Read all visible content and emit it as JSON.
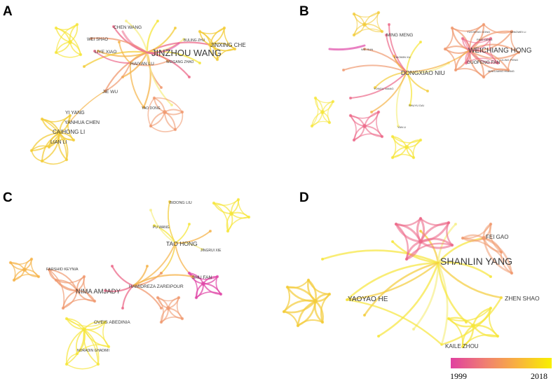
{
  "panels": [
    {
      "letter": "A",
      "labels": [
        {
          "text": "JINZHOU WANG",
          "size": "large"
        },
        {
          "text": "CHEN WANG",
          "size": "small"
        },
        {
          "text": "WEI SHAO",
          "size": "small"
        },
        {
          "text": "LIYE XIAO",
          "size": "small"
        },
        {
          "text": "HAIYAN LU",
          "size": "small"
        },
        {
          "text": "WEIGANG ZHAO",
          "size": "tiny"
        },
        {
          "text": "BULING ZHU",
          "size": "tiny"
        },
        {
          "text": "JINXING CHE",
          "size": "medium"
        },
        {
          "text": "JIE WU",
          "size": "small"
        },
        {
          "text": "YAO DONG",
          "size": "tiny"
        },
        {
          "text": "YI YANG",
          "size": "small"
        },
        {
          "text": "YANHUA CHEN",
          "size": "small"
        },
        {
          "text": "CAIHONG LI",
          "size": "medium"
        },
        {
          "text": "LIAN LI",
          "size": "small"
        }
      ]
    },
    {
      "letter": "B",
      "labels": [
        {
          "text": "WEICHIANG HONG",
          "size": "large"
        },
        {
          "text": "DONGXIAO NIU",
          "size": "medium"
        },
        {
          "text": "MING MENG",
          "size": "small"
        },
        {
          "text": "GUOFENG FAN",
          "size": "small"
        },
        {
          "text": "YUCHENG DONG",
          "size": "tiny"
        },
        {
          "text": "MINGWEI LI",
          "size": "tiny"
        },
        {
          "text": "PING DENG",
          "size": "tiny"
        },
        {
          "text": "LILING PENG",
          "size": "tiny"
        },
        {
          "text": "MINGJIANG HUANG",
          "size": "tiny"
        },
        {
          "text": "WEI SUN",
          "size": "tiny"
        },
        {
          "text": "XIAOMIN XU",
          "size": "tiny"
        },
        {
          "text": "YONGLI WANG",
          "size": "tiny"
        },
        {
          "text": "SHUYU DAI",
          "size": "tiny"
        },
        {
          "text": "YAN LI",
          "size": "tiny"
        }
      ]
    },
    {
      "letter": "C",
      "labels": [
        {
          "text": "TAO HONG",
          "size": "medium"
        },
        {
          "text": "BIDONG LIU",
          "size": "small"
        },
        {
          "text": "PU WANG",
          "size": "tiny"
        },
        {
          "text": "JINGRUI XIE",
          "size": "tiny"
        },
        {
          "text": "SHU FAN",
          "size": "small"
        },
        {
          "text": "HAMIDREZA ZAREIPOUR",
          "size": "small"
        },
        {
          "text": "NIMA AMJADY",
          "size": "medium"
        },
        {
          "text": "FARSHID KEYNIA",
          "size": "small"
        },
        {
          "text": "OVEIS ABEDINIA",
          "size": "small"
        },
        {
          "text": "NORADIN GHADIMI",
          "size": "tiny"
        }
      ]
    },
    {
      "letter": "D",
      "labels": [
        {
          "text": "SHANLIN YANG",
          "size": "large"
        },
        {
          "text": "FEI GAO",
          "size": "small"
        },
        {
          "text": "YAOYAO HE",
          "size": "medium"
        },
        {
          "text": "ZHEN SHAO",
          "size": "small"
        },
        {
          "text": "KAILE ZHOU",
          "size": "small"
        }
      ]
    }
  ],
  "legend": {
    "start_year": "1999",
    "end_year": "2018",
    "colors": [
      "#e040a0",
      "#f08070",
      "#f8b040",
      "#f8f000"
    ]
  },
  "palette": {
    "magenta": "#e04aa8",
    "pink": "#ec6a8a",
    "salmon": "#f09a70",
    "orange": "#f5b349",
    "gold": "#f3cc3a",
    "yellow": "#f6e63a",
    "pale": "#f7ef8a"
  }
}
